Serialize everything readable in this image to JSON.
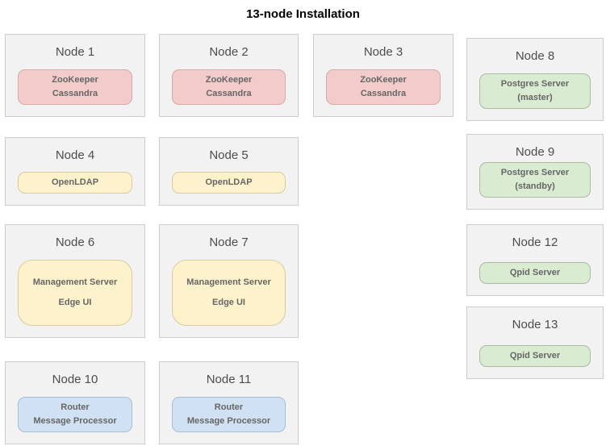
{
  "title": "13-node Installation",
  "colors": {
    "card_background": "#f2f2f2",
    "card_border": "#cccccc",
    "pink_service": "#f3cbcb",
    "yellow_service": "#fdf2cc",
    "green_service": "#d9ecd2",
    "blue_service": "#cfe1f2",
    "title_text": "#000000",
    "node_title_text": "#4d4d4d",
    "service_text": "#666666"
  },
  "nodes": [
    {
      "label": "Node 1",
      "color": "pink",
      "services": [
        "ZooKeeper",
        "Cassandra"
      ]
    },
    {
      "label": "Node 2",
      "color": "pink",
      "services": [
        "ZooKeeper",
        "Cassandra"
      ]
    },
    {
      "label": "Node 3",
      "color": "pink",
      "services": [
        "ZooKeeper",
        "Cassandra"
      ]
    },
    {
      "label": "Node 4",
      "color": "yellow",
      "services": [
        "OpenLDAP"
      ]
    },
    {
      "label": "Node 5",
      "color": "yellow",
      "services": [
        "OpenLDAP"
      ]
    },
    {
      "label": "Node 6",
      "color": "yellow",
      "services": [
        "Management Server",
        "Edge UI"
      ]
    },
    {
      "label": "Node 7",
      "color": "yellow",
      "services": [
        "Management Server",
        "Edge UI"
      ]
    },
    {
      "label": "Node 8",
      "color": "green",
      "services": [
        "Postgres Server",
        "(master)"
      ]
    },
    {
      "label": "Node 9",
      "color": "green",
      "services": [
        "Postgres Server",
        "(standby)"
      ]
    },
    {
      "label": "Node 10",
      "color": "blue",
      "services": [
        "Router",
        "Message Processor"
      ]
    },
    {
      "label": "Node 11",
      "color": "blue",
      "services": [
        "Router",
        "Message Processor"
      ]
    },
    {
      "label": "Node 12",
      "color": "green",
      "services": [
        "Qpid Server"
      ]
    },
    {
      "label": "Node 13",
      "color": "green",
      "services": [
        "Qpid Server"
      ]
    }
  ]
}
